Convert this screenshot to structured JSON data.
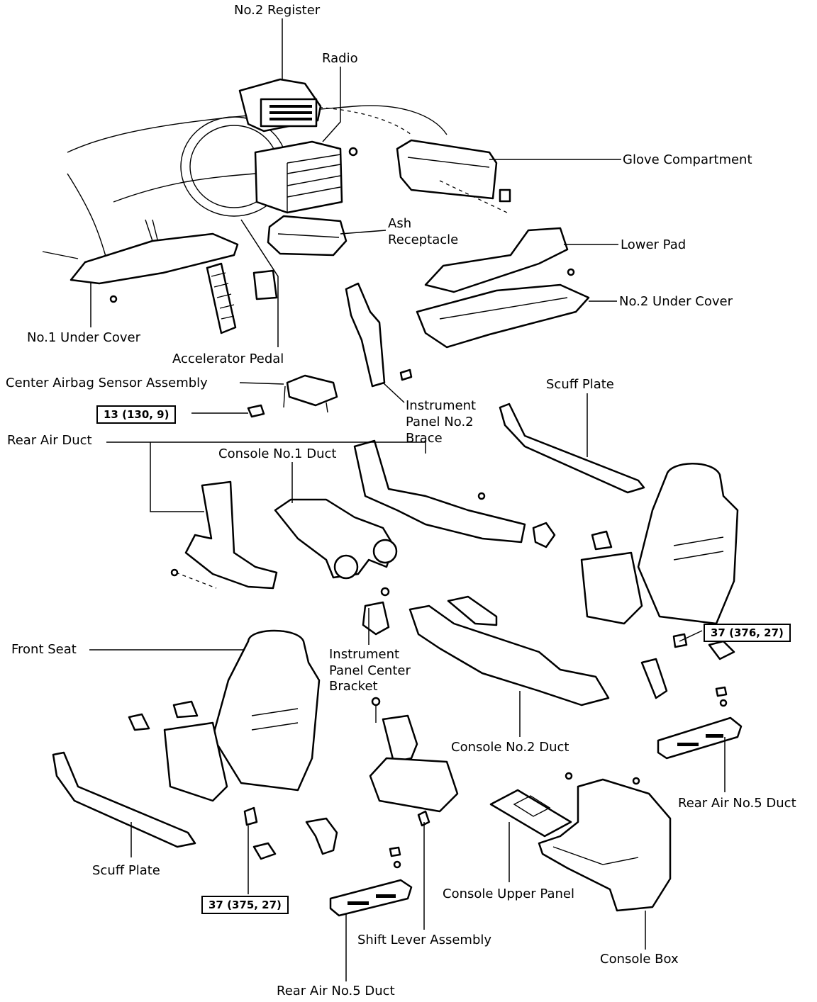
{
  "labels": {
    "no2_register": "No.2 Register",
    "radio": "Radio",
    "glove_compartment": "Glove Compartment",
    "ash_receptacle_1": "Ash",
    "ash_receptacle_2": "Receptacle",
    "lower_pad": "Lower Pad",
    "no2_under_cover": "No.2 Under Cover",
    "no1_under_cover": "No.1 Under Cover",
    "accelerator_pedal": "Accelerator Pedal",
    "center_airbag_sensor": "Center Airbag Sensor Assembly",
    "ip_no2_brace_1": "Instrument",
    "ip_no2_brace_2": "Panel No.2",
    "ip_no2_brace_3": "Brace",
    "scuff_plate_top": "Scuff Plate",
    "rear_air_duct": "Rear Air Duct",
    "console_no1_duct": "Console No.1 Duct",
    "front_seat": "Front Seat",
    "ip_center_bracket_1": "Instrument",
    "ip_center_bracket_2": "Panel Center",
    "ip_center_bracket_3": "Bracket",
    "console_no2_duct": "Console No.2 Duct",
    "rear_air_no5_duct_right": "Rear Air No.5 Duct",
    "scuff_plate_bottom": "Scuff Plate",
    "console_upper_panel": "Console Upper Panel",
    "shift_lever_assembly": "Shift Lever Assembly",
    "console_box": "Console Box",
    "rear_air_no5_duct_bottom": "Rear Air No.5 Duct"
  },
  "torque_specs": {
    "airbag_sensor_bolt": "13 (130, 9)",
    "right_seat_bolt": "37 (376, 27)",
    "left_seat_bolt": "37 (375, 27)"
  }
}
